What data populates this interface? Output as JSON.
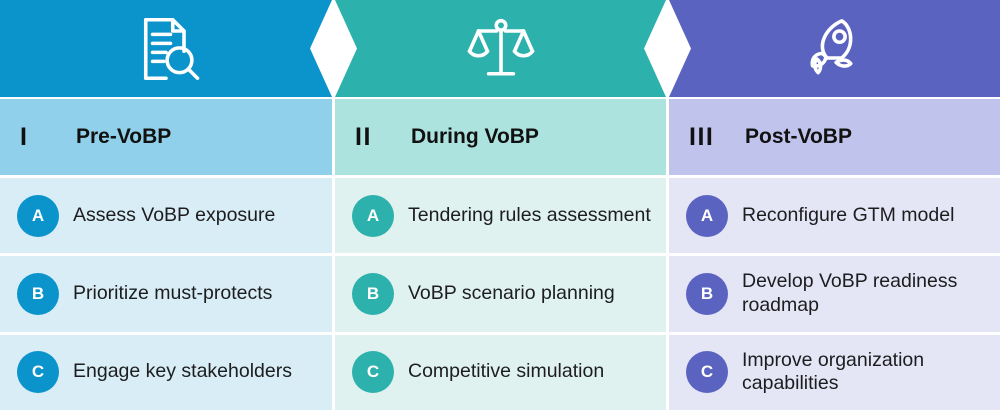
{
  "diagram": {
    "type": "three-phase-chevron-process",
    "columns": [
      {
        "numeral": "I",
        "title": "Pre-VoBP",
        "icon": "document-search-icon",
        "header_color": "#0B93CC",
        "title_band_color": "#90D0EA",
        "row_color": "#D8EDF6",
        "items": [
          {
            "letter": "A",
            "text": "Assess VoBP exposure"
          },
          {
            "letter": "B",
            "text": "Prioritize must-protects"
          },
          {
            "letter": "C",
            "text": "Engage key stakeholders"
          }
        ]
      },
      {
        "numeral": "II",
        "title": "During VoBP",
        "icon": "balance-scale-icon",
        "header_color": "#2CB1AC",
        "title_band_color": "#ACE3DF",
        "row_color": "#DFF2EF",
        "items": [
          {
            "letter": "A",
            "text": "Tendering rules assessment"
          },
          {
            "letter": "B",
            "text": "VoBP scenario planning"
          },
          {
            "letter": "C",
            "text": "Competitive simulation"
          }
        ]
      },
      {
        "numeral": "III",
        "title": "Post-VoBP",
        "icon": "rocket-icon",
        "header_color": "#5B63C0",
        "title_band_color": "#C0C4EC",
        "row_color": "#E4E5F5",
        "items": [
          {
            "letter": "A",
            "text": "Reconfigure GTM model"
          },
          {
            "letter": "B",
            "text": "Develop VoBP readiness roadmap"
          },
          {
            "letter": "C",
            "text": "Improve organization capabilities"
          }
        ]
      }
    ]
  }
}
